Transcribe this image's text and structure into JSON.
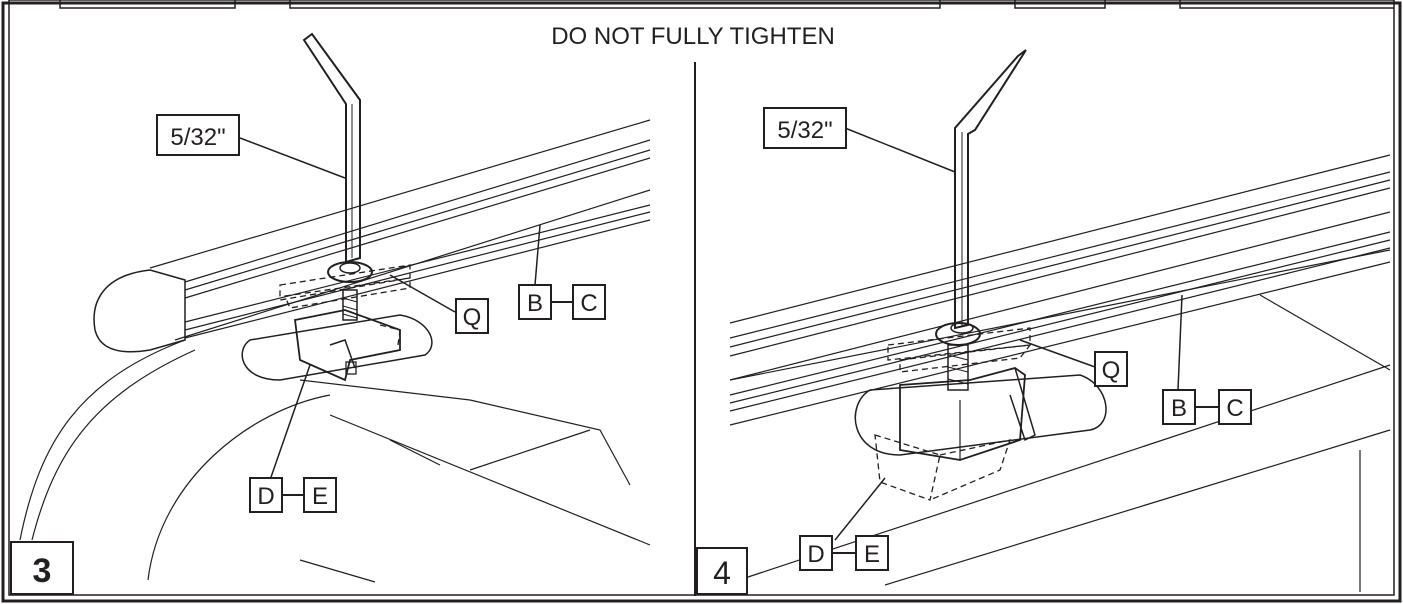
{
  "header_note": "DO NOT FULLY TIGHTEN",
  "step3": {
    "number": "3",
    "tool_label": "5/32\"",
    "part_q": "Q",
    "rail_parts": [
      "B",
      "C"
    ],
    "clamp_parts": [
      "D",
      "E"
    ]
  },
  "step4": {
    "number": "4",
    "tool_label": "5/32\"",
    "part_q": "Q",
    "rail_parts": [
      "B",
      "C"
    ],
    "clamp_parts": [
      "D",
      "E"
    ]
  }
}
